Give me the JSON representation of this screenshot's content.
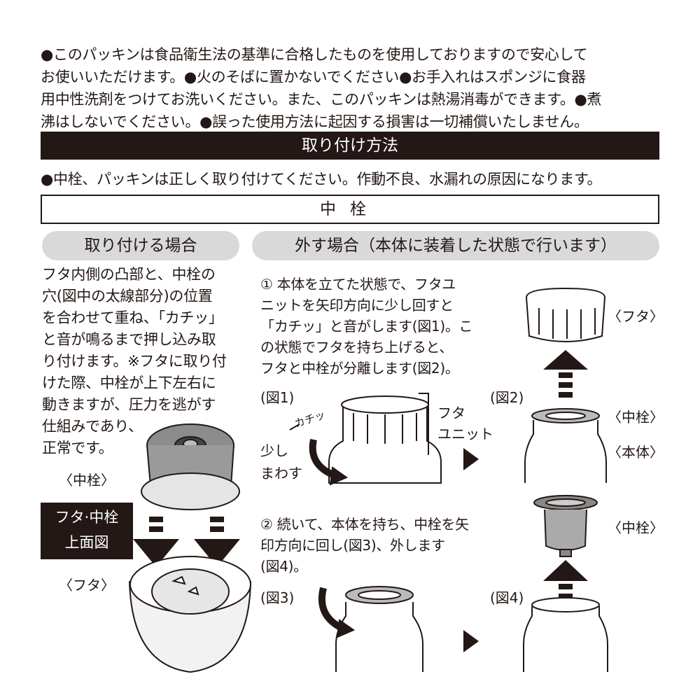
{
  "notes": {
    "lines": [
      "●このパッキンは食品衛生法の基準に合格したものを使用しておりますので安心して",
      "お使いいただけます。●火のそばに置かないでください●お手入れはスポンジに食器",
      "用中性洗剤をつけてお洗いください。また、このパッキンは熱湯消毒ができます。●煮",
      "沸はしないでください。●誤った使用方法に起因する損害は一切補償いたしません。"
    ]
  },
  "section_title": "取り付け方法",
  "warning": "●中栓、パッキンは正しく取り付けてください。作動不良、水漏れの原因になります。",
  "part_title": "中栓",
  "attach": {
    "title": "取り付ける場合",
    "lines": [
      "フタ内側の凸部と、中栓の",
      "穴(図中の太線部分)の位置",
      "を合わせて重ね、「カチッ」",
      "と音が鳴るまで押し込み取",
      "り付けます。※フタに取り付",
      "けた際、中栓が上下左右に",
      "動きますが、圧力を逃がす",
      "仕組みであり、",
      "正常です。"
    ],
    "label_plug": "〈中栓〉",
    "label_lid": "〈フタ〉",
    "view_label_1": "フタ·中栓",
    "view_label_2": "上面図"
  },
  "remove": {
    "title": "外す場合（本体に装着した状態で行います）",
    "step1": [
      "① 本体を立てた状態で、フタユ",
      "ニットを矢印方向に少し回すと",
      "「カチッ」と音がします(図1)。こ",
      "の状態でフタを持ち上げると、",
      "フタと中栓が分離します(図2)。"
    ],
    "step2": [
      "② 続いて、本体を持ち、中栓を矢",
      "印方向に回し(図3)、外します",
      "(図4)。"
    ],
    "fig1": "(図1)",
    "fig2": "(図2)",
    "fig3": "(図3)",
    "fig4": "(図4)",
    "click": "カチッ",
    "turn_1": "少し",
    "turn_2": "まわす",
    "unit_1": "フタ",
    "unit_2": "ユニット",
    "label_lid": "〈フタ〉",
    "label_plug": "〈中栓〉",
    "label_body": "〈本体〉",
    "label_plug2": "〈中栓〉"
  }
}
